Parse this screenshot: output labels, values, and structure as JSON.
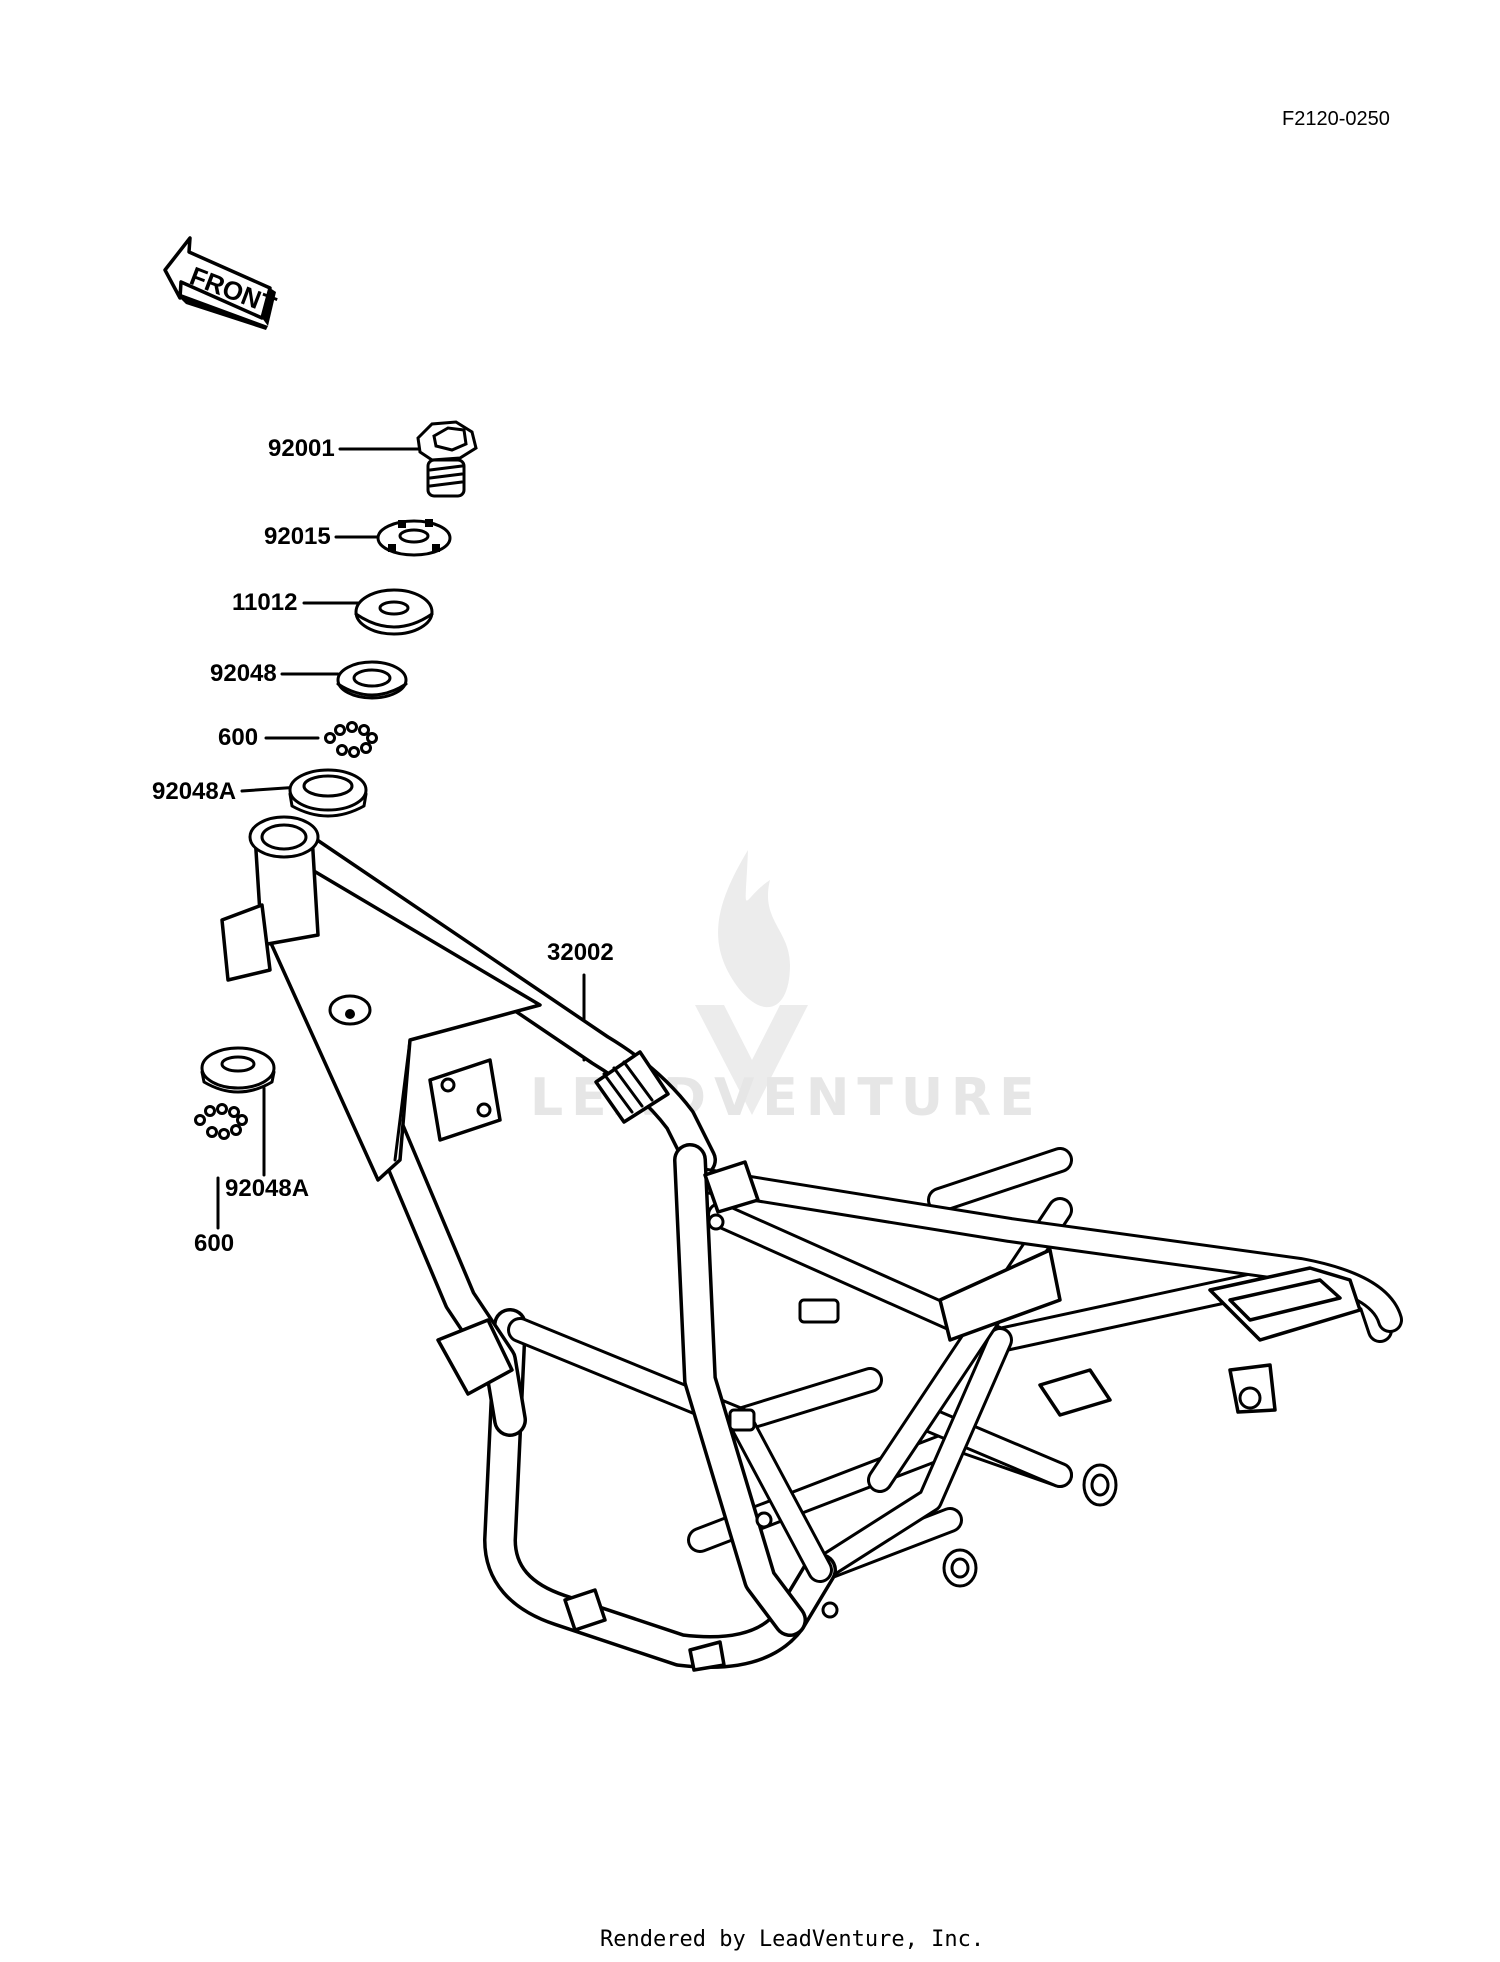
{
  "diagram_code": "F2120-0250",
  "front_label": "FRONT",
  "footer": "Rendered by LeadVenture, Inc.",
  "watermark": "LEADVENTURE",
  "parts": [
    {
      "label": "92001"
    },
    {
      "label": "92015"
    },
    {
      "label": "11012"
    },
    {
      "label": "92048"
    },
    {
      "label": "600"
    },
    {
      "label": "92048A"
    },
    {
      "label": "32002"
    },
    {
      "label": "92048A"
    },
    {
      "label": "600"
    }
  ]
}
